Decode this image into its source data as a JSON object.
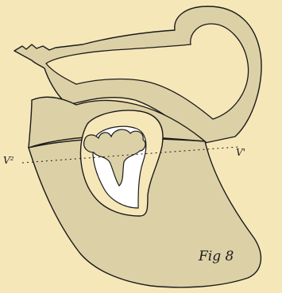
{
  "labels": {
    "v1": "V'",
    "v2": "V²",
    "figure": "Fig 8"
  },
  "colors": {
    "background": "#f6e7b9",
    "tissue": "#dcd1a6",
    "outline": "#1a1a1a"
  }
}
